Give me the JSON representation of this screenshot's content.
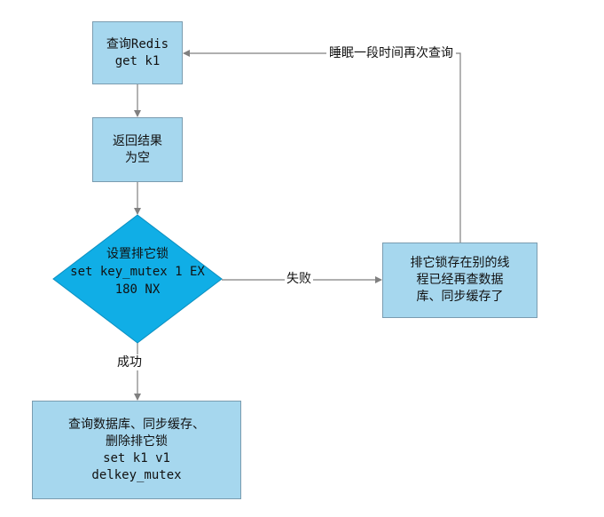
{
  "nodes": {
    "query_redis": "查询Redis\nget k1",
    "result_empty": "返回结果\n为空",
    "set_lock": "设置排它锁\nset key_mutex 1 EX\n180 NX",
    "other_thread": "排它锁存在别的线\n程已经再查数据\n库、同步缓存了",
    "query_db": "查询数据库、同步缓存、\n删除排它锁\nset k1 v1\ndelkey_mutex"
  },
  "edges": {
    "fail_label": "失败",
    "success_label": "成功",
    "sleep_label": "睡眠一段时间再次查询"
  },
  "colors": {
    "node_fill": "#a6d7ee",
    "diamond_fill": "#10aee6",
    "line": "#808080"
  }
}
